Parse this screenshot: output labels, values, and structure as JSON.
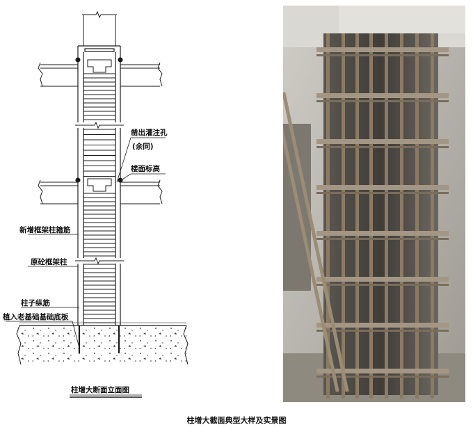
{
  "diagram": {
    "labels": {
      "grout_hole": "凿出灌注孔",
      "same_below": "(余同)",
      "floor_level": "楼面标高",
      "new_stirrup": "新增框架柱箍筋",
      "original_column": "原砼框架柱",
      "longitudinal_bar": "柱子纵筋",
      "anchor_base": "植入老基础基础底板"
    },
    "drawing_title": "柱增大断面立面图"
  },
  "photo": {
    "subject": "column-jacketing-rebar-cage"
  },
  "caption": "柱增大截面典型大样及实景图",
  "colors": {
    "line": "#1a1a1a",
    "concrete_light": "#e6e6e2",
    "photo_concrete": "#b9b6ae",
    "rebar": "#8c7a62"
  }
}
